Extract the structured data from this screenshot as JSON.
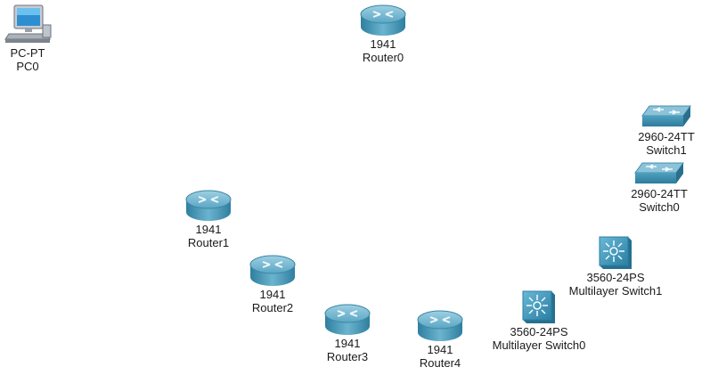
{
  "topology": {
    "devices": [
      {
        "id": "pc0",
        "icon": "pc-icon",
        "model": "PC-PT",
        "name": "PC0"
      },
      {
        "id": "router0",
        "icon": "router-icon",
        "model": "1941",
        "name": "Router0"
      },
      {
        "id": "router1",
        "icon": "router-icon",
        "model": "1941",
        "name": "Router1"
      },
      {
        "id": "router2",
        "icon": "router-icon",
        "model": "1941",
        "name": "Router2"
      },
      {
        "id": "router3",
        "icon": "router-icon",
        "model": "1941",
        "name": "Router3"
      },
      {
        "id": "router4",
        "icon": "router-icon",
        "model": "1941",
        "name": "Router4"
      },
      {
        "id": "switch1",
        "icon": "switch-icon",
        "model": "2960-24TT",
        "name": "Switch1"
      },
      {
        "id": "switch0",
        "icon": "switch-icon",
        "model": "2960-24TT",
        "name": "Switch0"
      },
      {
        "id": "mlswitch1",
        "icon": "multilayer-switch-icon",
        "model": "3560-24PS",
        "name": "Multilayer Switch1"
      },
      {
        "id": "mlswitch0",
        "icon": "multilayer-switch-icon",
        "model": "3560-24PS",
        "name": "Multilayer Switch0"
      }
    ]
  },
  "colors": {
    "router_top": "#6fb3cc",
    "router_side": "#3f8fae",
    "switch_top": "#7cb8cf",
    "multilayer": "#3d95b8"
  }
}
